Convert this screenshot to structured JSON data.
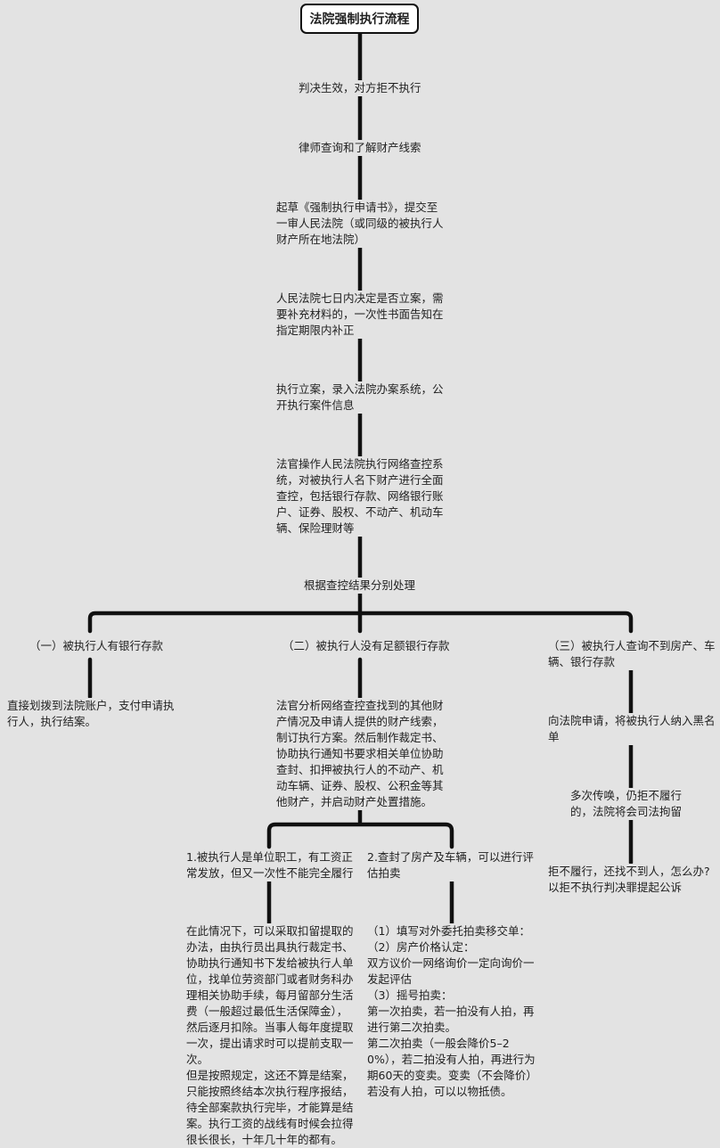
{
  "title": "法院强制执行流程",
  "steps": {
    "s1": "判决生效，对方拒不执行",
    "s2": "律师查询和了解财产线索",
    "s3": "起草《强制执行申请书》，提交至一审人民法院（或同级的被执行人财产所在地法院）",
    "s4": "人民法院七日内决定是否立案，需要补充材料的，一次性书面告知在指定期限内补正",
    "s5": "执行立案，录入法院办案系统，公开执行案件信息",
    "s6": "法官操作人民法院执行网络查控系统，对被执行人名下财产进行全面查控，包括银行存款、网络银行账户、证券、股权、不动产、机动车辆、保险理财等",
    "s7": "根据查控结果分别处理"
  },
  "branch1": {
    "head": "（一）被执行人有银行存款",
    "body": "直接划拨到法院账户，支付申请执行人，执行结案。"
  },
  "branch2": {
    "head": "（二）被执行人没有足额银行存款",
    "body": "法官分析网络查控查找到的其他财产情况及申请人提供的财产线索，制订执行方案。然后制作裁定书、协助执行通知书要求相关单位协助查封、扣押被执行人的不动产、机动车辆、证券、股权、公积金等其他财产，并启动财产处置措施。",
    "sub1_head": "1.被执行人是单位职工，有工资正常发放，但又一次性不能完全履行",
    "sub1_body": "在此情况下，可以采取扣留提取的办法，由执行员出具执行裁定书、协助执行通知书下发给被执行人单位，找单位劳资部门或者财务科办理相关协助手续，每月留部分生活费（一般超过最低生活保障金），然后逐月扣除。当事人每年度提取一次，提出请求时可以提前支取一次。\n但是按照规定，这还不算是结案，只能按照终结本次执行程序报结，待全部案款执行完毕，才能算是结案。执行工资的战线有时候会拉得很长很长，十年几十年的都有。",
    "sub2_head": "2.查封了房产及车辆，可以进行评估拍卖",
    "sub2_body": "（1）填写对外委托拍卖移交单：\n（2）房产价格认定：\n双方议价一网络询价一定向询价一发起评估\n（3）摇号拍卖：\n第一次拍卖，若一拍没有人拍，再进行第二次拍卖。\n第二次拍卖（一般会降价5–20%），若二拍没有人拍，再进行为期60天的变卖。变卖（不会降价）若没有人拍，可以以物抵债。"
  },
  "branch3": {
    "head": "（三）被执行人查询不到房产、车辆、银行存款",
    "step1": "向法院申请，将被执行人纳入黑名单",
    "step2": "多次传唤，仍拒不履行的，法院将会司法拘留",
    "step3": "拒不履行，还找不到人，怎么办?以拒不执行判决罪提起公诉"
  }
}
